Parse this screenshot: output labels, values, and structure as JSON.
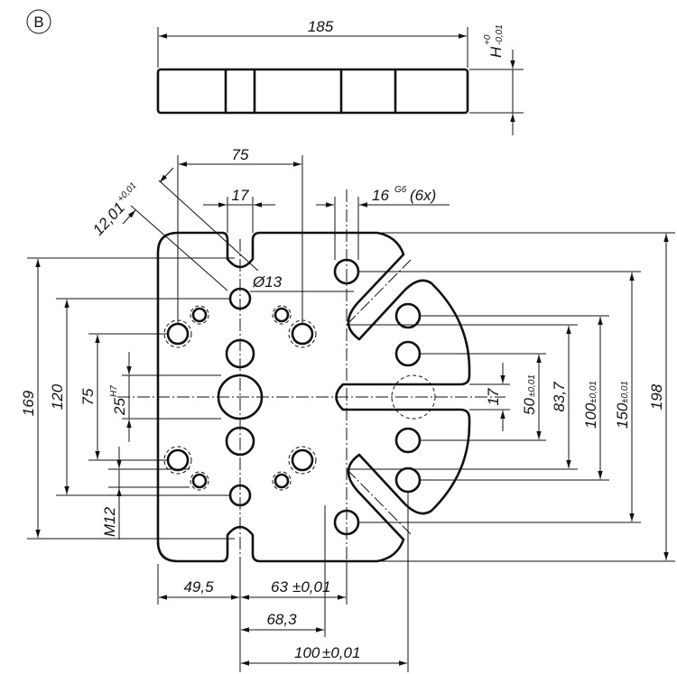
{
  "view_label": "B",
  "top_view": {
    "width": "185",
    "height_tol_label": "H",
    "height_tol_upper": "+0",
    "height_tol_lower": "-0,01"
  },
  "dims": {
    "d75": "75",
    "d17_slot": "17",
    "d16g6": "16",
    "d16g6_sup": "G6",
    "d16g6_count": "(6x)",
    "d12_01": "12,01",
    "d12_01_tol": "+0,01",
    "d13": "Ø13",
    "d169": "169",
    "d120": "120",
    "d75_v": "75",
    "d25": "25",
    "d25_sup": "H7",
    "m12": "M12",
    "d17_right": "17",
    "d50": "50",
    "d50_tol": "±0,01",
    "d83_7": "83,7",
    "d100_v": "100",
    "d100_v_tol": "±0,01",
    "d150": "150",
    "d150_tol": "±0,01",
    "d198": "198",
    "d49_5": "49,5",
    "d63": "63",
    "d63_tol": "±0,01",
    "d68_3": "68,3",
    "d100_h": "100",
    "d100_h_tol": "±0,01"
  }
}
